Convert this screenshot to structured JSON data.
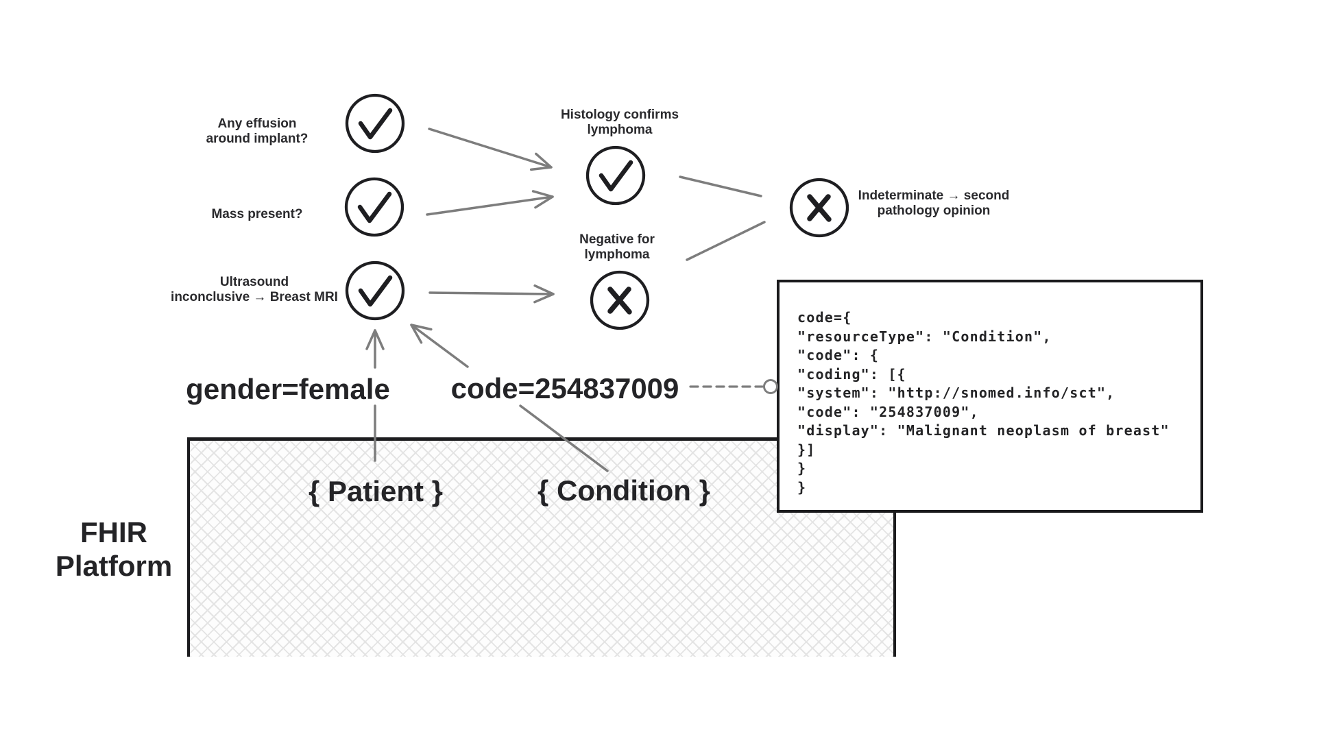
{
  "colors": {
    "ink": "#1e1e21",
    "arrow_gray": "#7d7d7d",
    "hatch_line": "#e4e4e4",
    "box_border": "#1a1a1c",
    "text": "#2a2a2d"
  },
  "nodes": {
    "any_effusion": {
      "lines": [
        "Any effusion",
        "around implant?"
      ],
      "mark": "check"
    },
    "mass_present": {
      "lines": [
        "Mass present?"
      ],
      "mark": "check"
    },
    "ultrasound_mri": {
      "lines": [
        "Ultrasound",
        "inconclusive → Breast MRI"
      ],
      "mark": "check"
    },
    "histology_confirms": {
      "lines": [
        "Histology confirms",
        "lymphoma"
      ],
      "mark": "check"
    },
    "negative_lymphoma": {
      "lines": [
        "Negative for",
        "lymphoma"
      ],
      "mark": "cross"
    },
    "indeterminate": {
      "lines": [
        "Indeterminate → second",
        "pathology opinion"
      ],
      "mark": "cross"
    }
  },
  "query_params": {
    "gender": "gender=female",
    "code": "code=254837009"
  },
  "resources": {
    "patient": "{ Patient }",
    "condition": "{ Condition }"
  },
  "platform": {
    "label_lines": [
      "FHIR",
      "Platform"
    ]
  },
  "code_box": {
    "lines": [
      "code={",
      "\"resourceType\": \"Condition\",",
      "\"code\": {",
      "\"coding\": [{",
      "\"system\": \"http://snomed.info/sct\",",
      "\"code\": \"254837009\",",
      "\"display\": \"Malignant neoplasm of breast\"",
      "}]",
      "}",
      "}"
    ]
  }
}
